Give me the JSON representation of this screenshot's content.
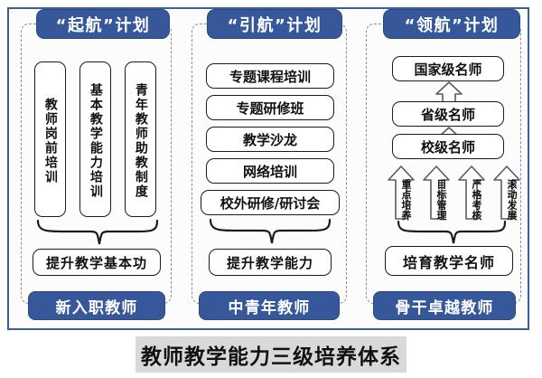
{
  "diagram": {
    "caption": "教师教学能力三级培养体系",
    "columns": [
      {
        "id": "col1",
        "plan_title": "“起航”计划",
        "audience": "新入职教师",
        "summary": "提升教学基本功",
        "items": [
          "教师岗前培训",
          "基本教学能力培训",
          "青年教师助教制度"
        ],
        "item_orientation": "vertical"
      },
      {
        "id": "col2",
        "plan_title": "“引航”计划",
        "audience": "中青年教师",
        "summary": "提升教学能力",
        "items": [
          "专题课程培训",
          "专题研修班",
          "教学沙龙",
          "网络培训",
          "校外研修/研讨会"
        ],
        "item_orientation": "horizontal"
      },
      {
        "id": "col3",
        "plan_title": "“领航”计划",
        "audience": "骨干卓越教师",
        "summary": "培育教学名师",
        "items": [
          "国家级名师",
          "省级名师",
          "校级名师"
        ],
        "arrow_labels": [
          "重点培养",
          "目标管理",
          "严格考核",
          "滚动发展"
        ],
        "item_orientation": "horizontal-stacked"
      }
    ],
    "colors": {
      "pill_blue": "#36589a",
      "pill_border": "#2c4880",
      "frame_border": "#3d5e92",
      "box_border": "#1b1b1b",
      "dashed_border": "#8f8f8f",
      "caption_bg": "#d9d9d9",
      "arrow_stroke": "#444444"
    }
  }
}
